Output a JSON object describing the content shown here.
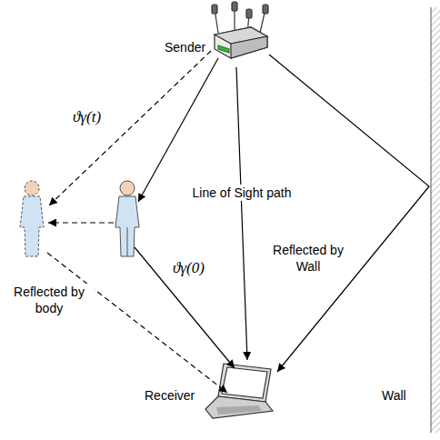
{
  "diagram": {
    "nodes": [
      {
        "text": [
          "Sender"
        ]
      },
      {
        "text": [
          "Receiver"
        ]
      }
    ],
    "edges": [
      {
        "from": 0,
        "to": 1,
        "arrow": "to",
        "label": "Line of Sight path"
      },
      {
        "from": 0,
        "to": 1,
        "arrow": "to"
      }
    ],
    "labels": [
      "ϑγ(t)",
      "ϑγ(0)",
      "Reflected by body",
      "Reflected by Wall",
      "Wall"
    ]
  }
}
